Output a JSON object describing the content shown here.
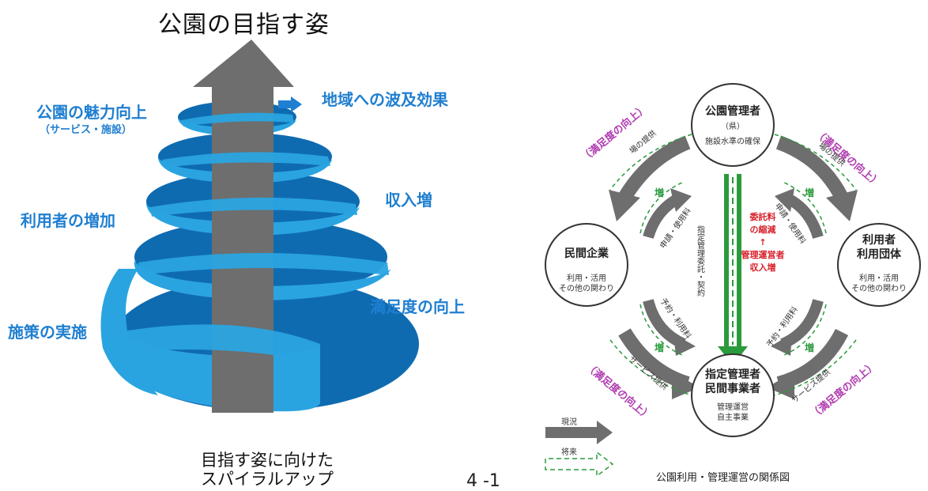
{
  "spiral": {
    "title": "公園の目指す姿",
    "labels": {
      "regional_effect": "地域への波及効果",
      "park_appeal": "公園の魅力向上",
      "park_appeal_sub": "（サービス・施設）",
      "income_up": "収入増",
      "users_up": "利用者の増加",
      "satisfaction_up": "満足度の向上",
      "measures": "施策の実施"
    },
    "caption_line1": "目指す姿に向けた",
    "caption_line2": "スパイラルアップ"
  },
  "page_number": "4 -1",
  "relation": {
    "nodes": {
      "top": {
        "title": "公園管理者",
        "title2": "（県）",
        "sub": "施設水準の確保"
      },
      "left": {
        "title": "民間企業",
        "sub": "利用・活用",
        "sub2": "その他の関わり"
      },
      "right": {
        "title": "利用者",
        "title2": "利用団体",
        "sub": "利用・活用",
        "sub2": "その他の関わり"
      },
      "bottom": {
        "title": "指定管理者",
        "title2": "民間事業者",
        "sub": "管理運営",
        "sub2": "自主事業"
      }
    },
    "satisfaction_label": "（満足度の向上）",
    "place_provision": "場の提供",
    "service_provision": "サービス提供",
    "increase": "増",
    "apply_fee": "申請・使用料",
    "reserve_fee": "予約・利用料",
    "vertical_text": "指定管理委託・契約",
    "center_red_1": "委託料",
    "center_red_2": "の縮減",
    "center_arrow": "↑",
    "center_red_3": "管理運営者",
    "center_red_4": "収入増",
    "legend_current": "現況",
    "legend_future": "将来",
    "caption": "公園利用・管理運営の関係図"
  },
  "colors": {
    "spiral_blue": "#2aa4e0",
    "spiral_dark": "#0f6bb0",
    "arrow_gray": "#6e6e6e",
    "label_blue": "#1f7fd0",
    "purple": "#b03ab0",
    "green": "#2a9b3c",
    "red": "#d8212b"
  }
}
